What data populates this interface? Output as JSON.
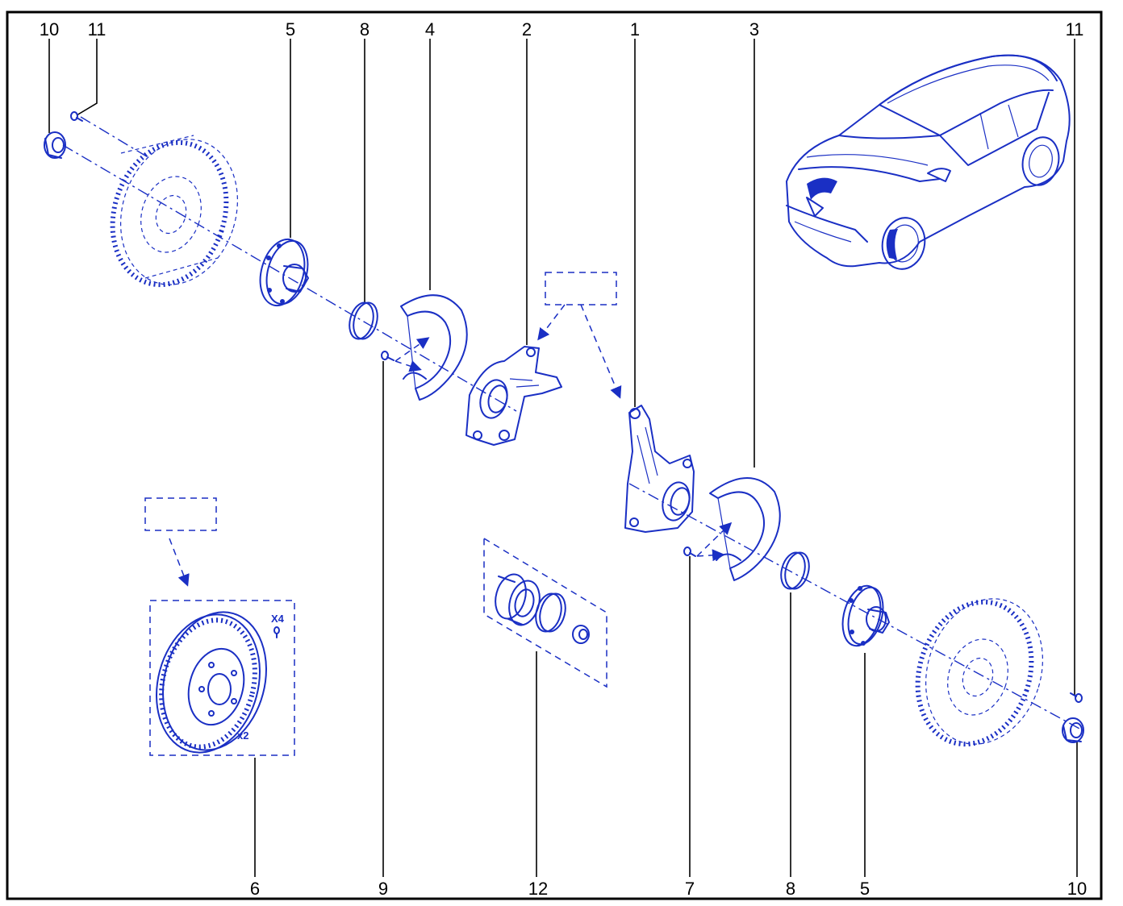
{
  "callouts": {
    "top": [
      "10",
      "11",
      "5",
      "8",
      "4",
      "2",
      "1",
      "3",
      "11"
    ],
    "bottom": [
      "6",
      "9",
      "12",
      "7",
      "8",
      "5",
      "10"
    ]
  },
  "disc_kit": {
    "screws_qty": "X4",
    "disc_qty": "x2"
  },
  "colors": {
    "line_art": "#1a2fc4",
    "labels": "#000000"
  }
}
